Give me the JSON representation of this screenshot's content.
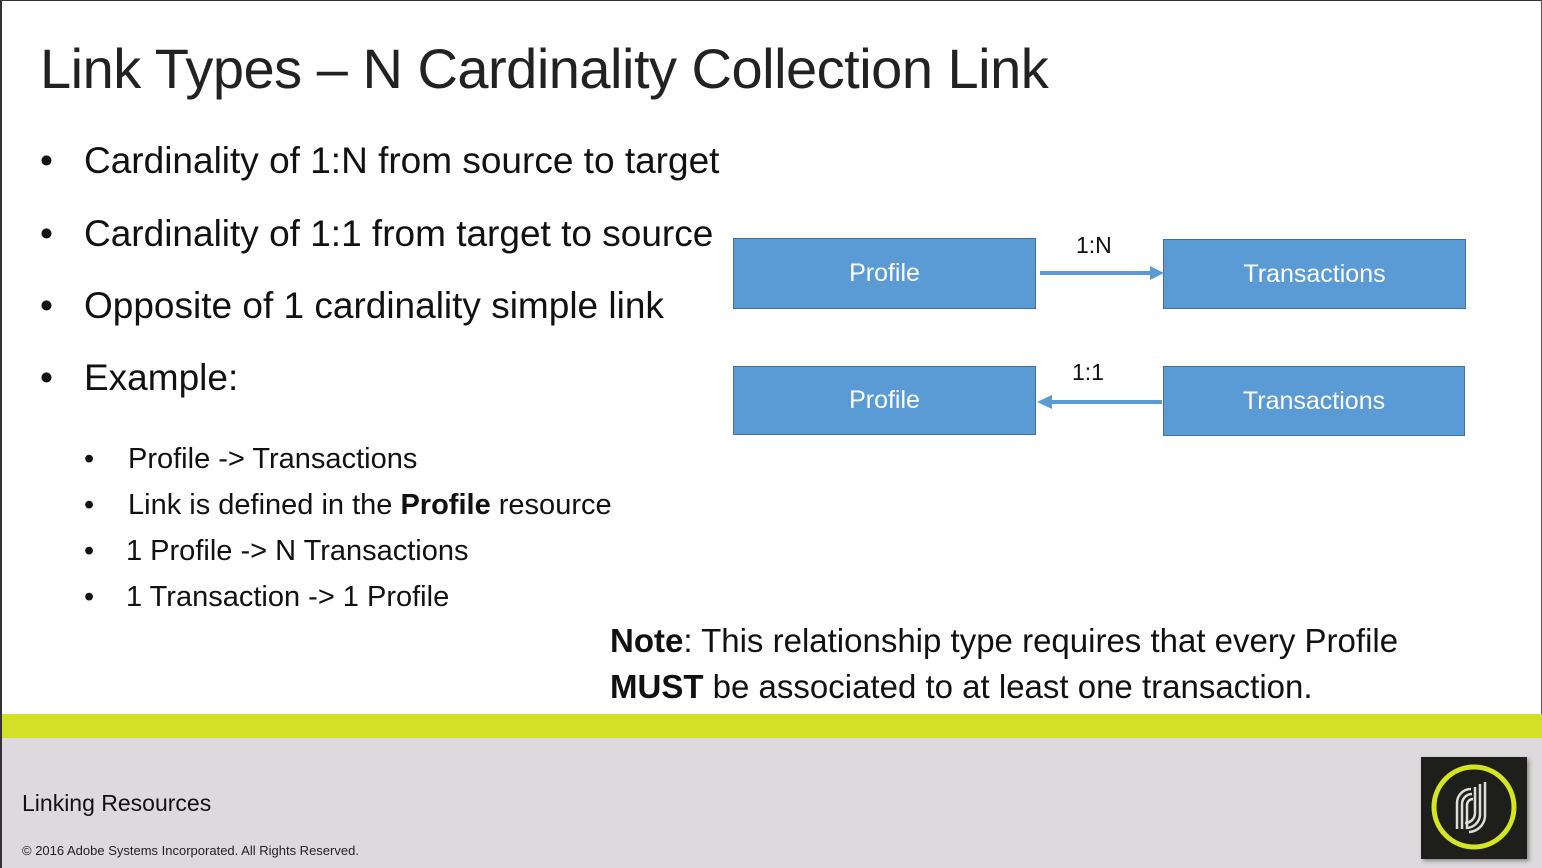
{
  "title": "Link Types – N Cardinality Collection Link",
  "bullets": [
    "Cardinality of 1:N from source to target",
    "Cardinality of 1:1 from target to source",
    "Opposite of 1 cardinality simple link",
    "Example:"
  ],
  "sub_bullets": [
    "Profile -> Transactions",
    {
      "pre": "Link is defined in the ",
      "bold": "Profile",
      "post": " resource"
    },
    "1 Profile -> N Transactions",
    "1 Transaction -> 1 Profile"
  ],
  "diagram": {
    "row1": {
      "source": "Profile",
      "target": "Transactions",
      "label": "1:N"
    },
    "row2": {
      "source": "Profile",
      "target": "Transactions",
      "label": "1:1"
    },
    "color": "#5b9bd5"
  },
  "note": {
    "label": "Note",
    "text1": ": This relationship type requires that every Profile",
    "must": "MUST",
    "text2": " be associated to at least one transaction."
  },
  "footer": {
    "title": "Linking Resources",
    "copyright": "© 2016 Adobe Systems Incorporated.  All Rights Reserved.",
    "accent": "#d4df27"
  },
  "bullet_char": "•"
}
